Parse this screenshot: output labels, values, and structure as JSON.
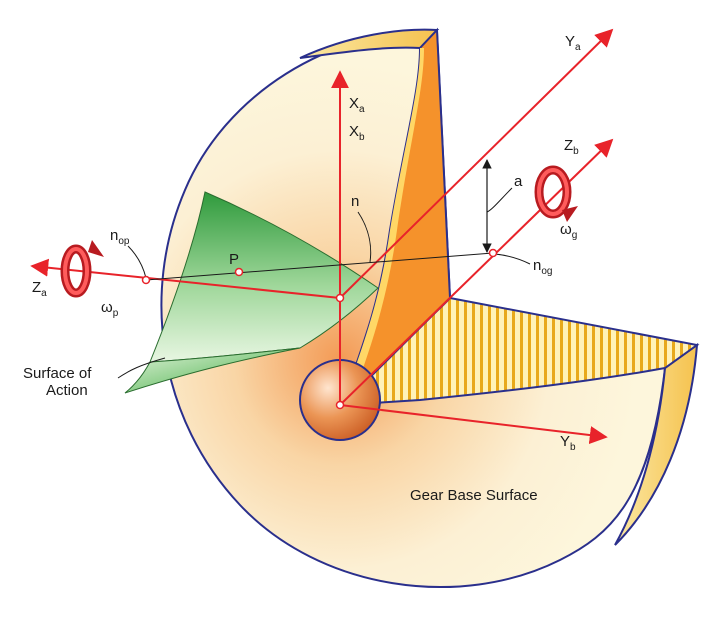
{
  "labels": {
    "ya": {
      "main": "Y",
      "sub": "a"
    },
    "xa": {
      "main": "X",
      "sub": "a"
    },
    "xb": {
      "main": "X",
      "sub": "b"
    },
    "zb": {
      "main": "Z",
      "sub": "b"
    },
    "za": {
      "main": "Z",
      "sub": "a"
    },
    "yb": {
      "main": "Y",
      "sub": "b"
    },
    "a": "a",
    "n": "n",
    "nop": {
      "main": "n",
      "sub": "op"
    },
    "nog": {
      "main": "n",
      "sub": "og"
    },
    "p": "P",
    "omega_g": {
      "main": "ω",
      "sub": "g"
    },
    "omega_p": {
      "main": "ω",
      "sub": "p"
    },
    "surface_of_action_line1": "Surface of",
    "surface_of_action_line2": "Action",
    "gear_base_surface": "Gear Base Surface"
  },
  "colors": {
    "axis": "#e8232a",
    "outline": "#2a2f8c",
    "gear_fill": "#fbf3d6",
    "gear_glow": "#f6a25a",
    "tooth_face": "#f5922b",
    "tooth_edge": "#ffd766",
    "stripe": "#e8a91b",
    "surface_action": "#2f9a3c",
    "hub": "#e98a4c"
  }
}
